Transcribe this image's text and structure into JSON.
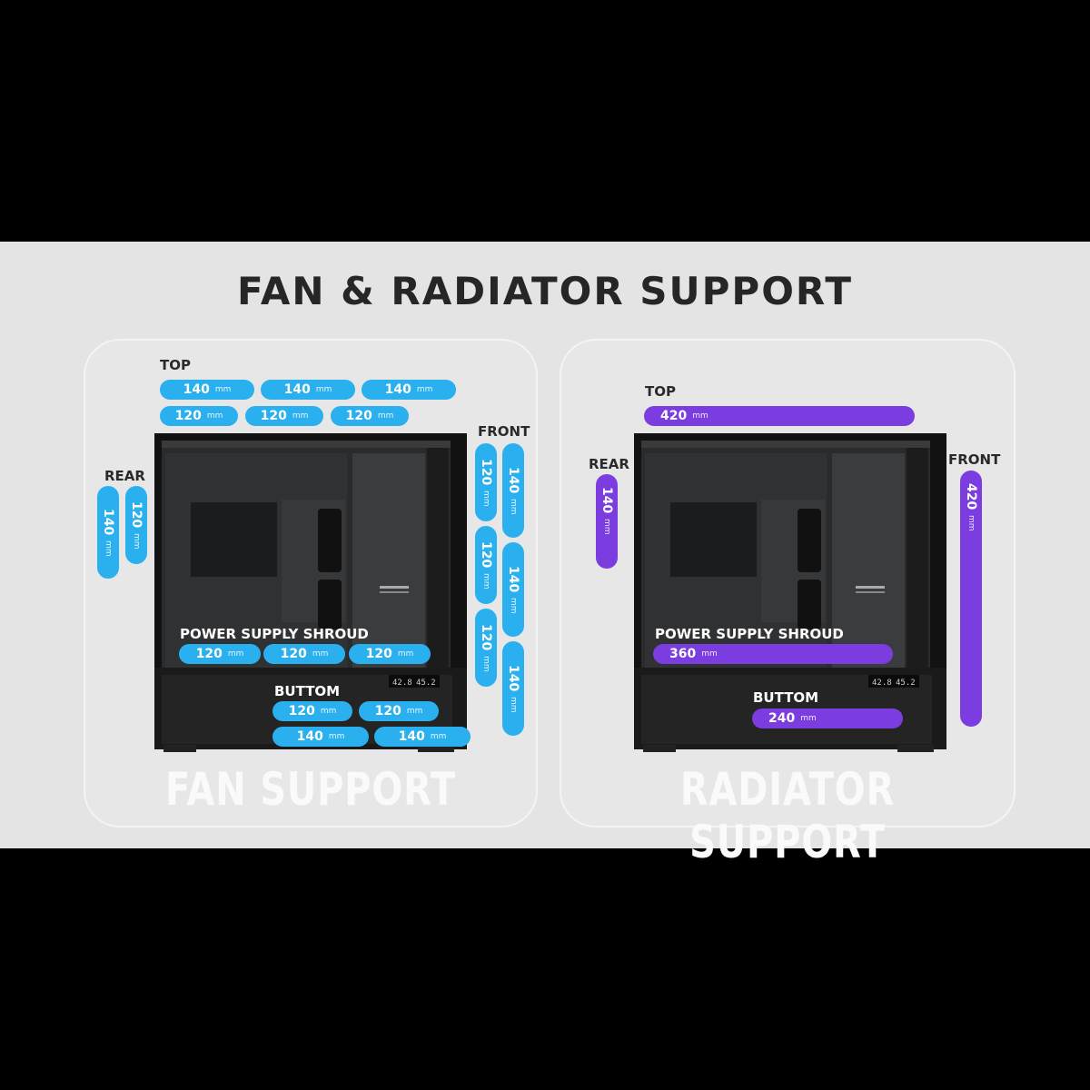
{
  "title": "FAN & RADIATOR SUPPORT",
  "colors": {
    "fan": "#2ab0ee",
    "radiator": "#7b3ce0",
    "background": "#e4e4e4"
  },
  "unit": "mm",
  "fan": {
    "heading": "FAN SUPPORT",
    "top_label": "TOP",
    "top_row1": [
      "140",
      "140",
      "140"
    ],
    "top_row2": [
      "120",
      "120",
      "120"
    ],
    "rear_label": "REAR",
    "rear": [
      "140",
      "120"
    ],
    "front_label": "FRONT",
    "front_col1": [
      "120",
      "120",
      "120"
    ],
    "front_col2": [
      "140",
      "140",
      "140"
    ],
    "psu_label": "POWER SUPPLY SHROUD",
    "psu": [
      "120",
      "120",
      "120"
    ],
    "bottom_label": "BUTTOM",
    "bottom_row1": [
      "120",
      "120"
    ],
    "bottom_row2": [
      "140",
      "140"
    ]
  },
  "radiator": {
    "heading": "RADIATOR SUPPORT",
    "top_label": "TOP",
    "top": "420",
    "rear_label": "REAR",
    "rear": "140",
    "front_label": "FRONT",
    "front": "420",
    "psu_label": "POWER SUPPLY SHROUD",
    "psu": "360",
    "bottom_label": "BUTTOM",
    "bottom": "240"
  },
  "display_readout": [
    "42.8",
    "45.2"
  ]
}
